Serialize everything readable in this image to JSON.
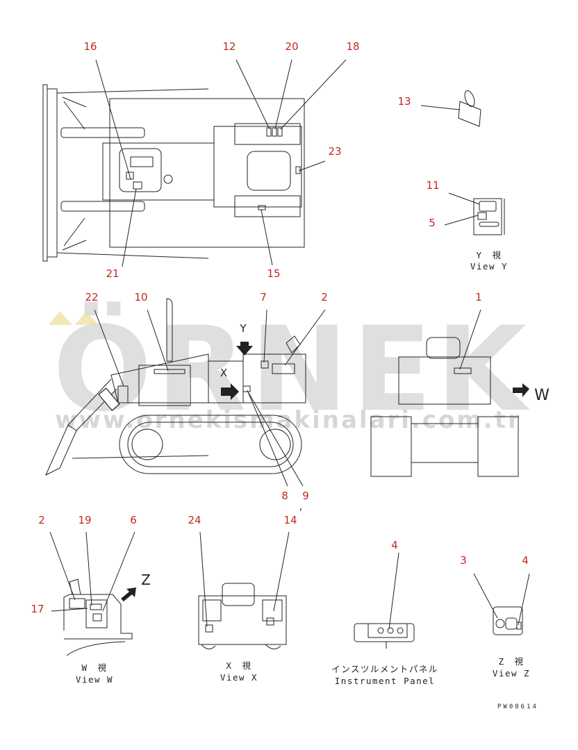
{
  "watermark": {
    "brand": "ÖRNEK",
    "url": "www.ornekismakinalari.com.tr",
    "brand_color": "#d9d9d9",
    "accent_color": "#f3e7b5"
  },
  "callouts": {
    "top": [
      "16",
      "12",
      "20",
      "18",
      "13",
      "23",
      "11",
      "5",
      "21",
      "15"
    ],
    "middle": [
      "22",
      "10",
      "7",
      "2",
      "1",
      "8",
      "9"
    ],
    "bottom": [
      "2",
      "19",
      "6",
      "17",
      "24",
      "14",
      "4",
      "3",
      "4"
    ]
  },
  "view_labels": {
    "view_y_jp": "Y　視",
    "view_y_en": "View Y",
    "view_w_jp": "W　視",
    "view_w_en": "View W",
    "view_x_jp": "X　視",
    "view_x_en": "View X",
    "panel_jp": "インスツルメントパネル",
    "panel_en": "Instrument Panel",
    "view_z_jp": "Z　視",
    "view_z_en": "View Z"
  },
  "arrow_letters": {
    "y": "Y",
    "x": "X",
    "w": "W",
    "z": "Z"
  },
  "comma_mark": ",",
  "drawing_code": "PW08614",
  "colors": {
    "callout": "#c0281e",
    "line": "#222222"
  },
  "icons": [
    "arrow-y-icon",
    "arrow-x-icon",
    "arrow-w-icon",
    "arrow-z-icon"
  ]
}
